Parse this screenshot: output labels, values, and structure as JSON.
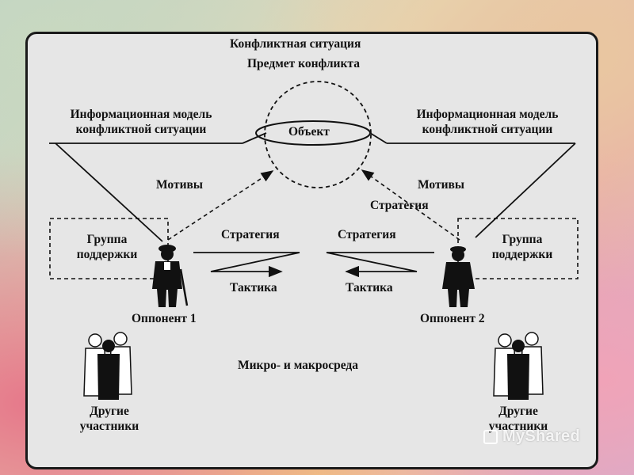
{
  "title": "Конфликтная ситуация",
  "subject": "Предмет конфликта",
  "object": "Объект",
  "info_model_left": [
    "Информационная модель",
    "конфликтной ситуации"
  ],
  "info_model_right": [
    "Информационная модель",
    "конфликтной ситуации"
  ],
  "motives_left": "Мотивы",
  "motives_right": "Мотивы",
  "strategy_dashed_right": "Стратегия",
  "support_left": [
    "Группа",
    "поддержки"
  ],
  "support_right": [
    "Группа",
    "поддержки"
  ],
  "strategy_left": "Стратегия",
  "strategy_right": "Стратегия",
  "tactics_left": "Тактика",
  "tactics_right": "Тактика",
  "opponent_1": "Оппонент 1",
  "opponent_2": "Оппонент 2",
  "environment": "Микро- и макросреда",
  "others_left": [
    "Другие",
    "участники"
  ],
  "others_right": [
    "Другие",
    "участники"
  ],
  "watermark": "MyShared",
  "icons": [
    "person-figure-icon",
    "group-figures-icon"
  ],
  "colors": {
    "panel": "#e6e6e6",
    "ink": "#111111"
  }
}
